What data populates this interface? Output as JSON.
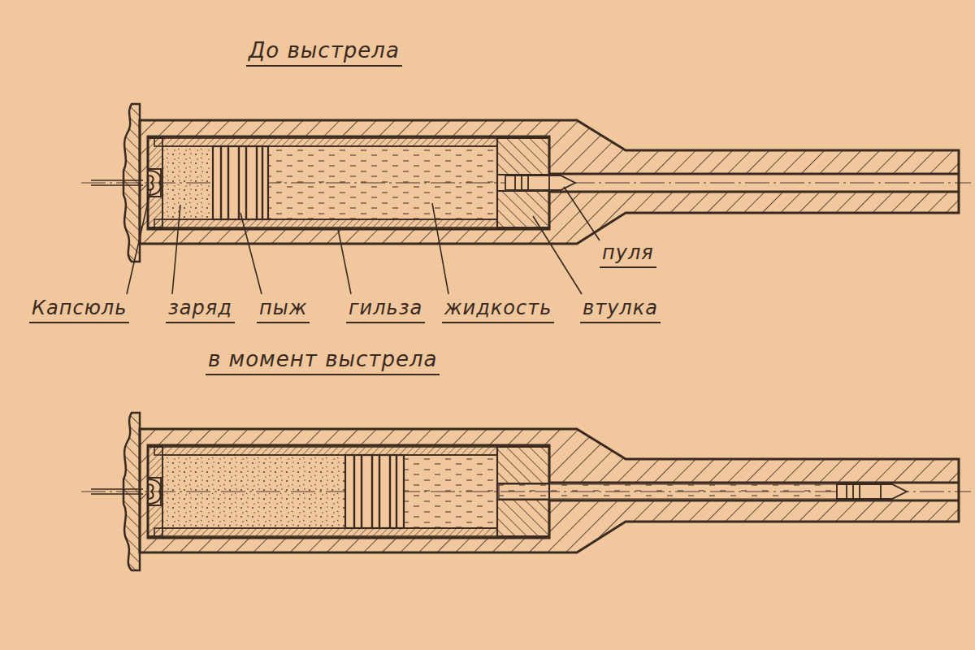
{
  "diagram": {
    "labels": [
      "До выстрела",
      "пуля",
      "Капсюль",
      "заряд",
      "пыж",
      "гильза",
      "жидкость",
      "втулка",
      "в момент выстрела"
    ]
  }
}
